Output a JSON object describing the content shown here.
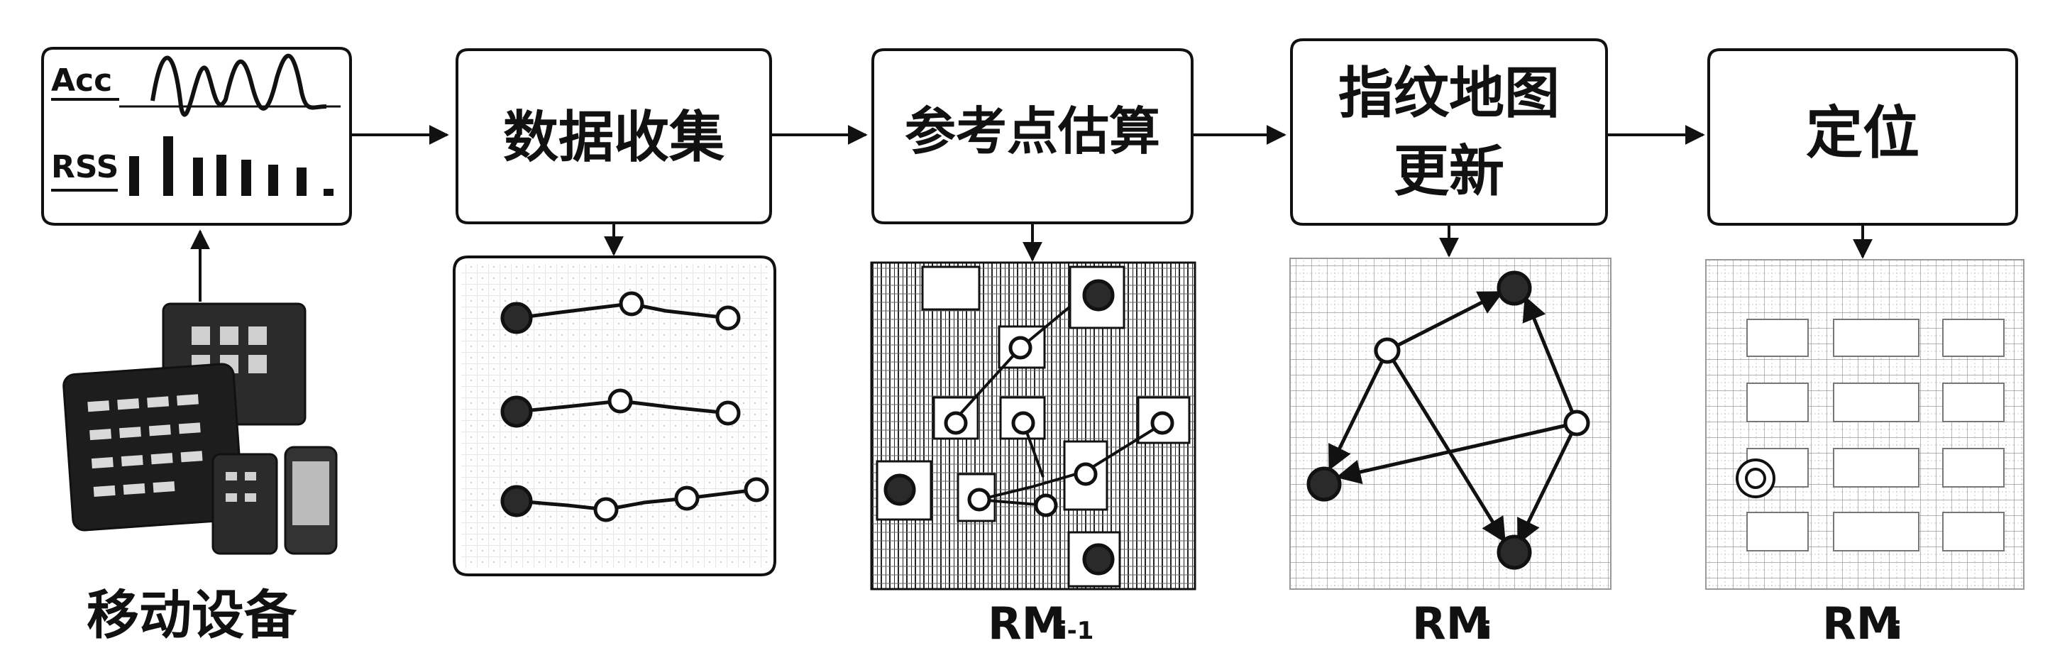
{
  "sensor_panel": {
    "acc_label": "Acc",
    "rss_label": "RSS"
  },
  "device_label": "移动设备",
  "stages": [
    {
      "lines": [
        "数据收集"
      ]
    },
    {
      "lines": [
        "参考点估算"
      ]
    },
    {
      "lines": [
        "指纹地图",
        "更新"
      ]
    },
    {
      "lines": [
        "定位"
      ]
    }
  ],
  "map_labels": {
    "rm_prev": {
      "base": "RM",
      "sub": "i-1"
    },
    "rm_cur": {
      "base": "RM",
      "sub": "i"
    },
    "rm_final": {
      "base": "RM",
      "sub": "i"
    }
  },
  "colors": {
    "ink": "#111111",
    "grid": "#777777",
    "node_fill": "#2a2a2a"
  }
}
